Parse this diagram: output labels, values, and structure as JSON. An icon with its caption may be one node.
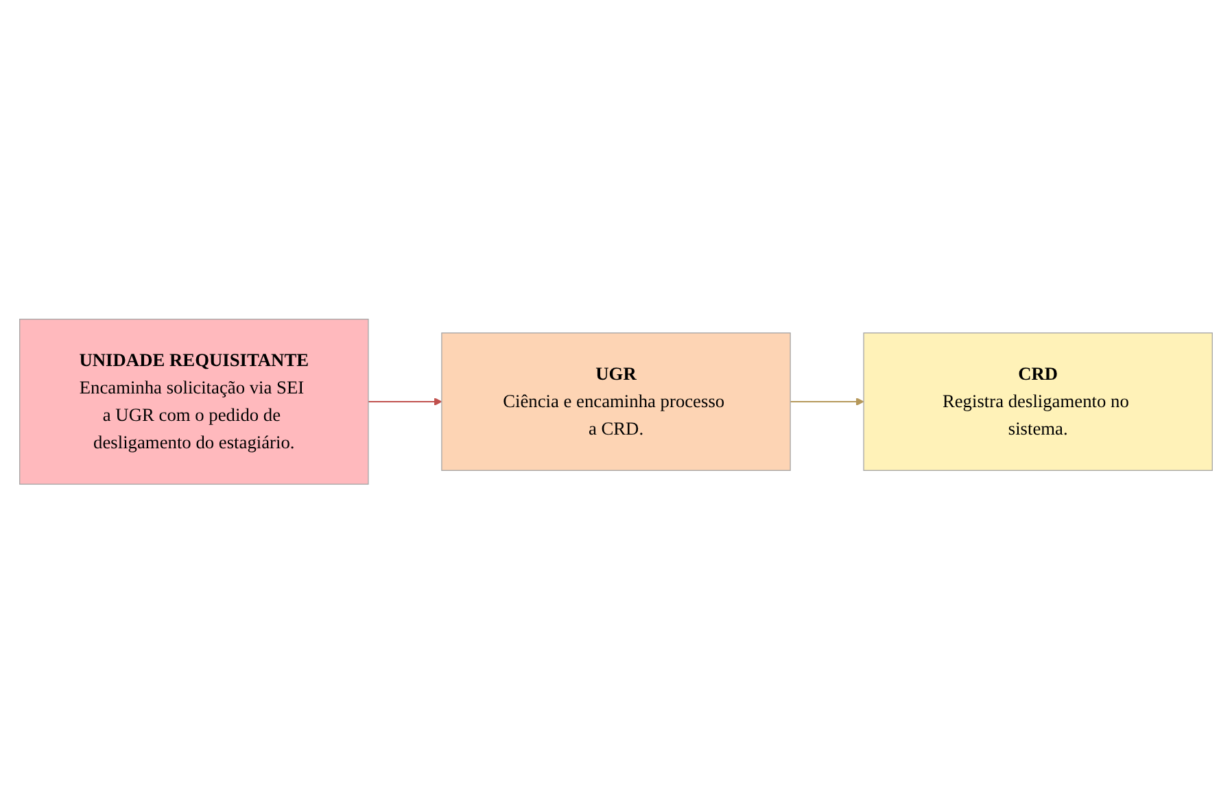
{
  "diagram": {
    "nodes": [
      {
        "text": [
          "UNIDADE REQUISITANTE",
          "Encaminha solicitação via SEI a UGR com o pedido de desligamento do estagiário."
        ]
      },
      {
        "text": [
          "UGR",
          "Ciência e encaminha processo a CRD."
        ]
      },
      {
        "text": [
          "CRD",
          "Registra desligamento no sistema."
        ]
      }
    ],
    "edges": [
      {
        "from": 0,
        "to": 1,
        "arrow": "to",
        "color": "#c0504d"
      },
      {
        "from": 1,
        "to": 2,
        "arrow": "to",
        "color": "#b5985a"
      }
    ]
  }
}
